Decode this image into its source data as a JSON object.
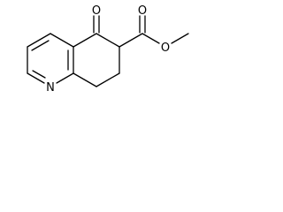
{
  "diagram": {
    "type": "chemical-structure",
    "atoms": {
      "ring_oxygen": "O",
      "ring_nitrogen": "N",
      "carbonyl_oxygen": "O",
      "ester_oxygen": "O"
    }
  }
}
